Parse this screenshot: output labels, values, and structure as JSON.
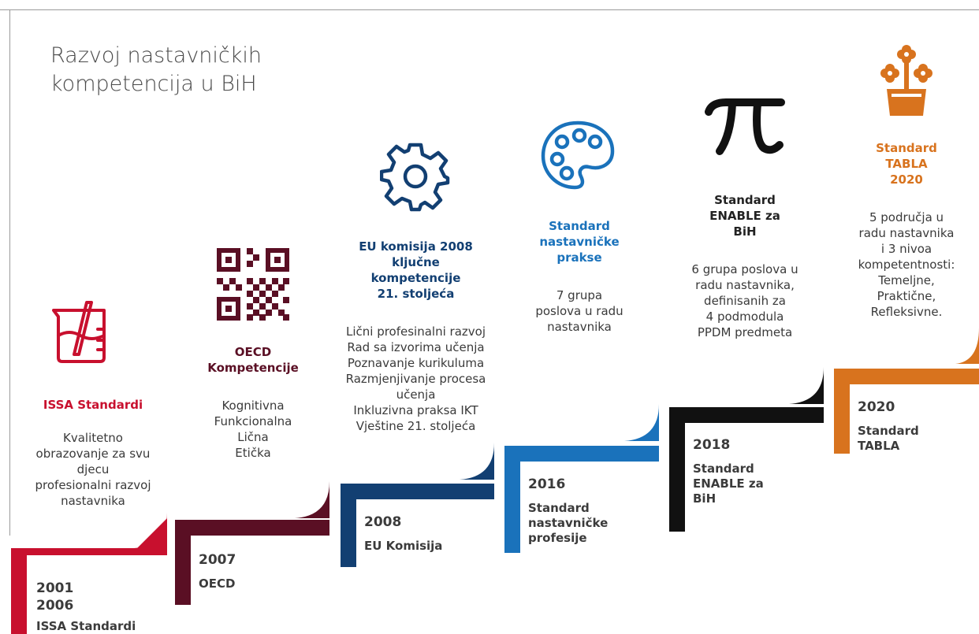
{
  "title": [
    "Razvoj nastavničkih",
    "kompetencija u BiH"
  ],
  "colors": {
    "issa": "#c8102e",
    "oecd": "#5a0f24",
    "eu": "#123f72",
    "standard2016": "#1a72bb",
    "enable": "#111111",
    "tabla": "#d8731e"
  },
  "columns": [
    {
      "icon": "beaker-icon",
      "heading": [
        "ISSA Standardi"
      ],
      "description": [
        "Kvalitetno",
        "obrazovanje za svu",
        "djecu",
        "profesionalni razvoj",
        "nastavnika"
      ]
    },
    {
      "icon": "qr-code-icon",
      "heading": [
        "OECD",
        "Kompetencije"
      ],
      "description": [
        "Kognitivna",
        "Funkcionalna",
        "Lična",
        "Etička"
      ]
    },
    {
      "icon": "gear-icon",
      "heading": [
        "EU komisija 2008",
        "ključne",
        "kompetencije",
        "21. stoljeća"
      ],
      "description": [
        "Lični profesinalni razvoj",
        "Rad sa izvorima učenja",
        "Poznavanje kurikuluma",
        "Razmjenjivanje procesa",
        "učenja",
        "Inkluzivna praksa IKT",
        "Vještine 21. stoljeća"
      ]
    },
    {
      "icon": "palette-icon",
      "heading": [
        "Standard",
        "nastavničke",
        "prakse"
      ],
      "description": [
        "7 grupa",
        "poslova u radu",
        "nastavnika"
      ]
    },
    {
      "icon": "pi-icon",
      "heading": [
        "Standard",
        "ENABLE za",
        "BiH"
      ],
      "description": [
        "6 grupa poslova u",
        "radu nastavnika,",
        "definisanih za",
        "4 podmodula",
        "PPDM predmeta"
      ]
    },
    {
      "icon": "flower-pot-icon",
      "heading": [
        "Standard",
        "TABLA",
        "2020"
      ],
      "description": [
        "5 područja u",
        "radu nastavnika",
        "i 3 nivoa",
        "kompetentnosti:",
        "Temeljne,",
        "Praktične,",
        "Refleksivne."
      ]
    }
  ],
  "steps": [
    {
      "years": [
        "2001",
        "2006"
      ],
      "name": [
        "ISSA Standardi"
      ]
    },
    {
      "years": [
        "2007"
      ],
      "name": [
        "OECD"
      ]
    },
    {
      "years": [
        "2008"
      ],
      "name": [
        "EU Komisija"
      ]
    },
    {
      "years": [
        "2016"
      ],
      "name": [
        "Standard",
        "nastavničke",
        "profesije"
      ]
    },
    {
      "years": [
        "2018"
      ],
      "name": [
        "Standard",
        "ENABLE za",
        "BiH"
      ]
    },
    {
      "years": [
        "2020"
      ],
      "name": [
        "Standard",
        "TABLA"
      ]
    }
  ]
}
